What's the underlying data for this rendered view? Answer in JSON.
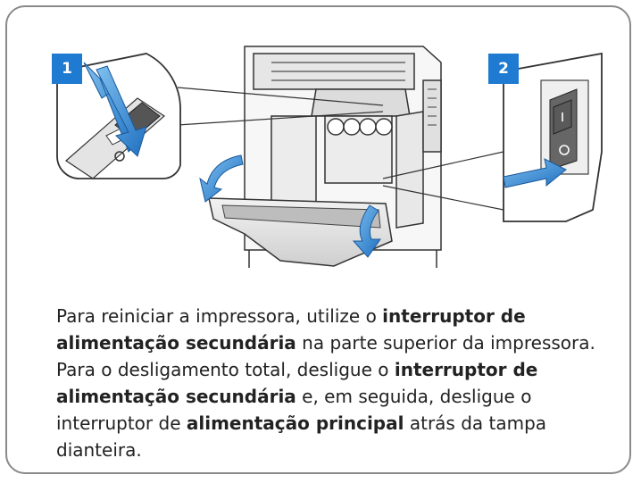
{
  "steps": [
    {
      "number": "1"
    },
    {
      "number": "2"
    }
  ],
  "caption": {
    "part1": "Para reiniciar a impressora, utilize o ",
    "bold1": "interruptor de alimentação secundária",
    "part2": " na parte superior da impressora. Para o desligamento total, desligue o ",
    "bold2": "interruptor de alimentação secundária",
    "part3": " e, em seguida, desligue o interruptor de ",
    "bold3": "alimentação principal",
    "part4": " atrás da tampa dianteira."
  },
  "colors": {
    "badge": "#1f7ad1",
    "border": "#8a8a8a",
    "arrow": "#2a8ad8"
  },
  "icons": [
    "secondary-power-switch-icon",
    "printer-icon",
    "main-power-switch-icon",
    "arrow-icon"
  ]
}
